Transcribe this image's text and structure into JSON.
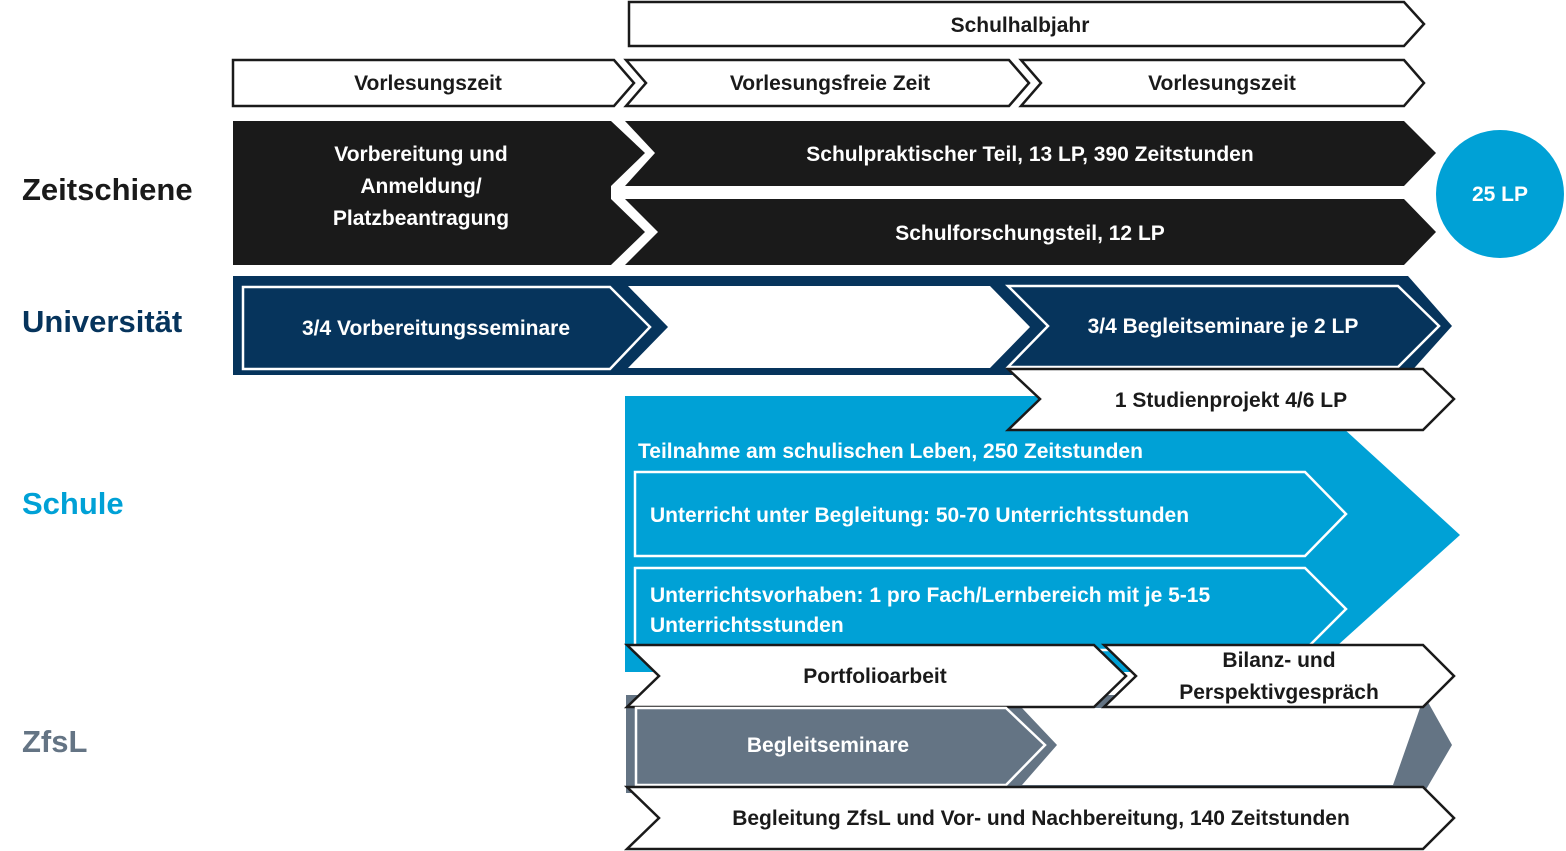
{
  "colors": {
    "black": "#1a1a1a",
    "uni_navy": "#06345c",
    "schule_blue": "#00a1d6",
    "zfsl_gray": "#647484",
    "white": "#ffffff"
  },
  "row_labels": {
    "zeitschiene": "Zeitschiene",
    "universitaet": "Universität",
    "schule": "Schule",
    "zfsl": "ZfsL"
  },
  "timeline": {
    "schulhalbjahr": "Schulhalbjahr",
    "vorlesungszeit_1": "Vorlesungszeit",
    "vorlesungsfreie_zeit": "Vorlesungsfreie Zeit",
    "vorlesungszeit_2": "Vorlesungszeit"
  },
  "zeitschiene": {
    "vorbereitung_line1": "Vorbereitung und",
    "vorbereitung_line2": "Anmeldung/",
    "vorbereitung_line3": "Platzbeantragung",
    "schulpraktischer_teil": "Schulpraktischer Teil, 13 LP, 390 Zeitstunden",
    "schulforschungsteil": "Schulforschungsteil, 12 LP",
    "total_lp": "25 LP"
  },
  "universitaet": {
    "vorbereitungsseminare": "3/4 Vorbereitungsseminare",
    "begleitseminare": "3/4 Begleitseminare je 2 LP",
    "studienprojekt": "1 Studienprojekt 4/6 LP"
  },
  "schule": {
    "teilnahme": "Teilnahme am schulischen Leben, 250 Zeitstunden",
    "unterricht": "Unterricht unter Begleitung: 50-70 Unterrichtsstunden",
    "vorhaben_line1": "Unterrichtsvorhaben: 1 pro Fach/Lernbereich mit je 5-15",
    "vorhaben_line2": "Unterrichtsstunden",
    "portfolioarbeit": "Portfolioarbeit",
    "bilanz_line1": "Bilanz- und",
    "bilanz_line2": "Perspektivgespräch"
  },
  "zfsl": {
    "begleitseminare": "Begleitseminare",
    "begleitung": "Begleitung ZfsL und Vor- und Nachbereitung, 140 Zeitstunden"
  }
}
